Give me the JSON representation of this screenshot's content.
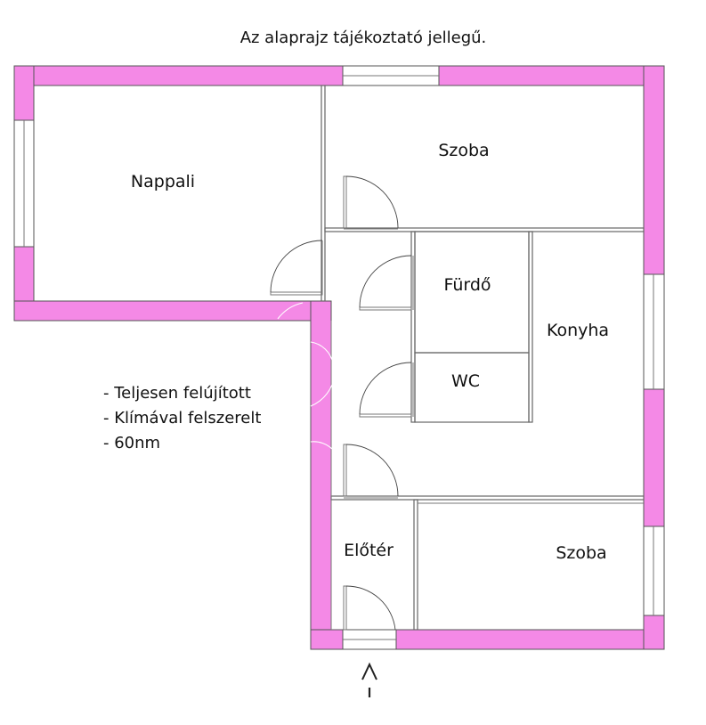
{
  "caption": "Az alaprajz tájékoztató jellegű.",
  "rooms": {
    "nappali": "Nappali",
    "szoba_top": "Szoba",
    "furdo": "Fürdő",
    "konyha": "Konyha",
    "wc": "WC",
    "eloter": "Előtér",
    "szoba_bottom": "Szoba"
  },
  "notes": [
    "- Teljesen felújított",
    "- Klímával felszerelt",
    "- 60nm"
  ],
  "colors": {
    "wall": "#f489e6",
    "background": "#ffffff"
  },
  "entrance_marker": "^"
}
